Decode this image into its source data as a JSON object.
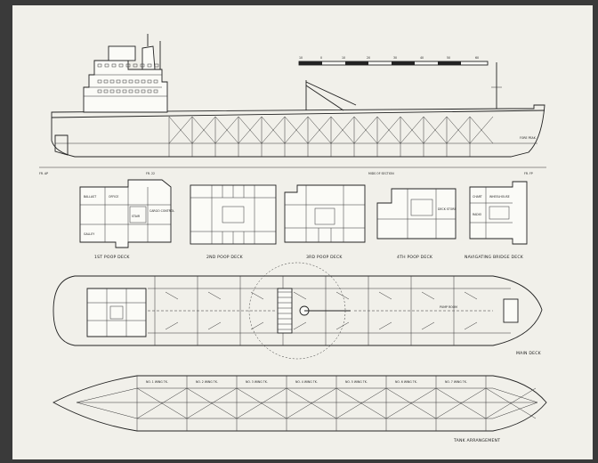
{
  "drawing": {
    "scale_ticks": [
      "10",
      "0",
      "10",
      "20",
      "30",
      "40",
      "50",
      "60"
    ],
    "deck_captions": [
      "1ST POOP DECK",
      "2ND POOP DECK",
      "3RD POOP DECK",
      "4TH POOP DECK",
      "NAVIGATING BRIDGE DECK"
    ],
    "main_deck_caption": "MAIN DECK",
    "tank_caption": "TANK ARRANGEMENT",
    "room_labels": [
      "BALLAST",
      "OFFICE",
      "CARGO CONTROL",
      "STAIR",
      "GALLEY",
      "WHEELHOUSE",
      "CHART",
      "RADIO",
      "DECK STORE",
      "PUMP ROOM",
      "FORE PEAK"
    ],
    "tank_labels": [
      "NO. 1 WING TK.",
      "NO. 2 WING TK.",
      "NO. 3 WING TK.",
      "NO. 4 WING TK.",
      "NO. 5 WING TK.",
      "NO. 6 WING TK.",
      "NO. 7 WING TK."
    ],
    "dimension_notes": [
      "FR. AP",
      "FR. 22",
      "MIDS OF SECTION",
      "FR. FP"
    ]
  }
}
